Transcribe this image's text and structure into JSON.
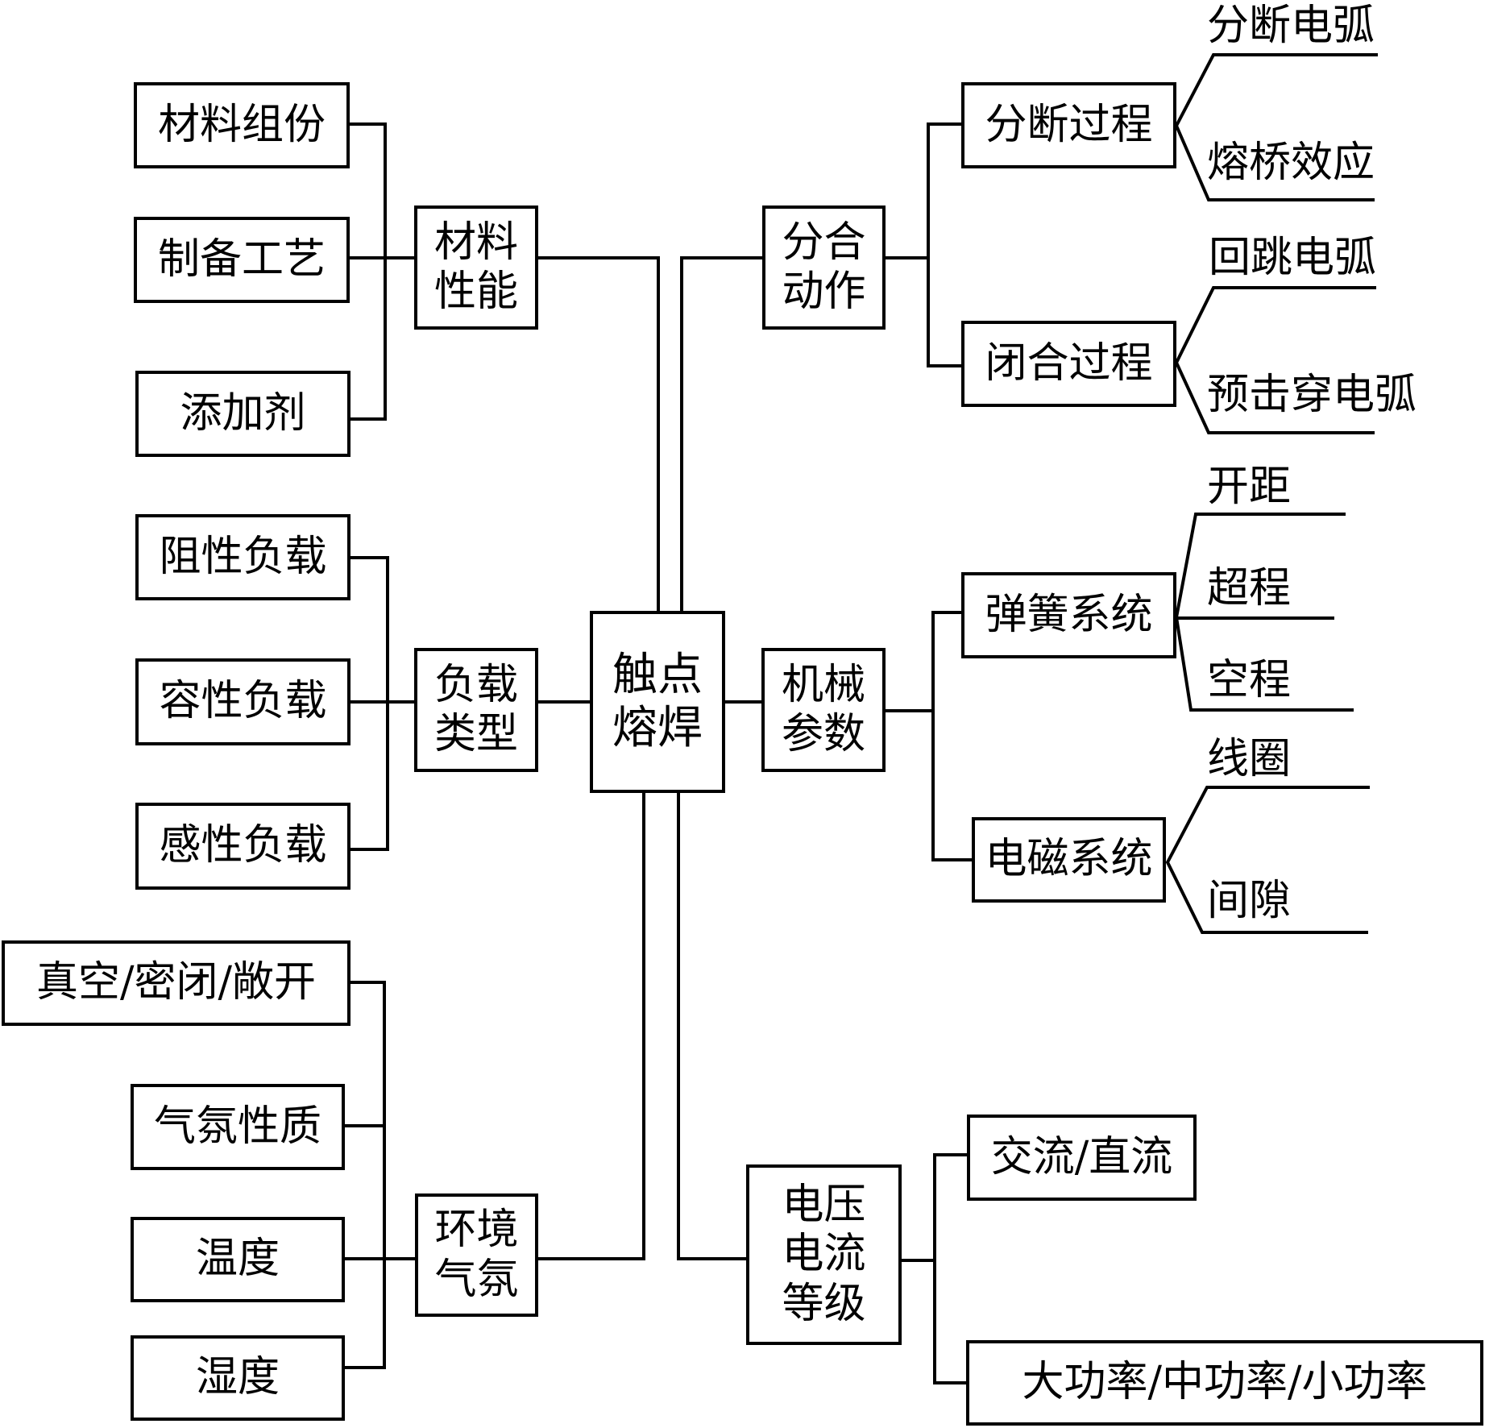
{
  "diagram": {
    "root": "触点\n熔焊",
    "material": {
      "label": "材料\n性能",
      "items": [
        "材料组份",
        "制备工艺",
        "添加剂"
      ]
    },
    "load": {
      "label": "负载\n类型",
      "items": [
        "阻性负载",
        "容性负载",
        "感性负载"
      ]
    },
    "environment": {
      "label": "环境\n气氛",
      "items": [
        "真空/密闭/敞开",
        "气氛性质",
        "温度",
        "湿度"
      ]
    },
    "action": {
      "label": "分合\n动作",
      "break": {
        "label": "分断过程",
        "leaves": [
          "分断电弧",
          "熔桥效应"
        ]
      },
      "close": {
        "label": "闭合过程",
        "leaves": [
          "回跳电弧",
          "预击穿电弧"
        ]
      }
    },
    "mechanical": {
      "label": "机械\n参数",
      "spring": {
        "label": "弹簧系统",
        "leaves": [
          "开距",
          "超程",
          "空程"
        ]
      },
      "magnetic": {
        "label": "电磁系统",
        "leaves": [
          "线圈",
          "间隙"
        ]
      }
    },
    "rating": {
      "label": "电压\n电流\n等级",
      "items": [
        "交流/直流",
        "大功率/中功率/小功率"
      ]
    }
  },
  "colors": {
    "line": "#000000",
    "background": "#ffffff"
  }
}
